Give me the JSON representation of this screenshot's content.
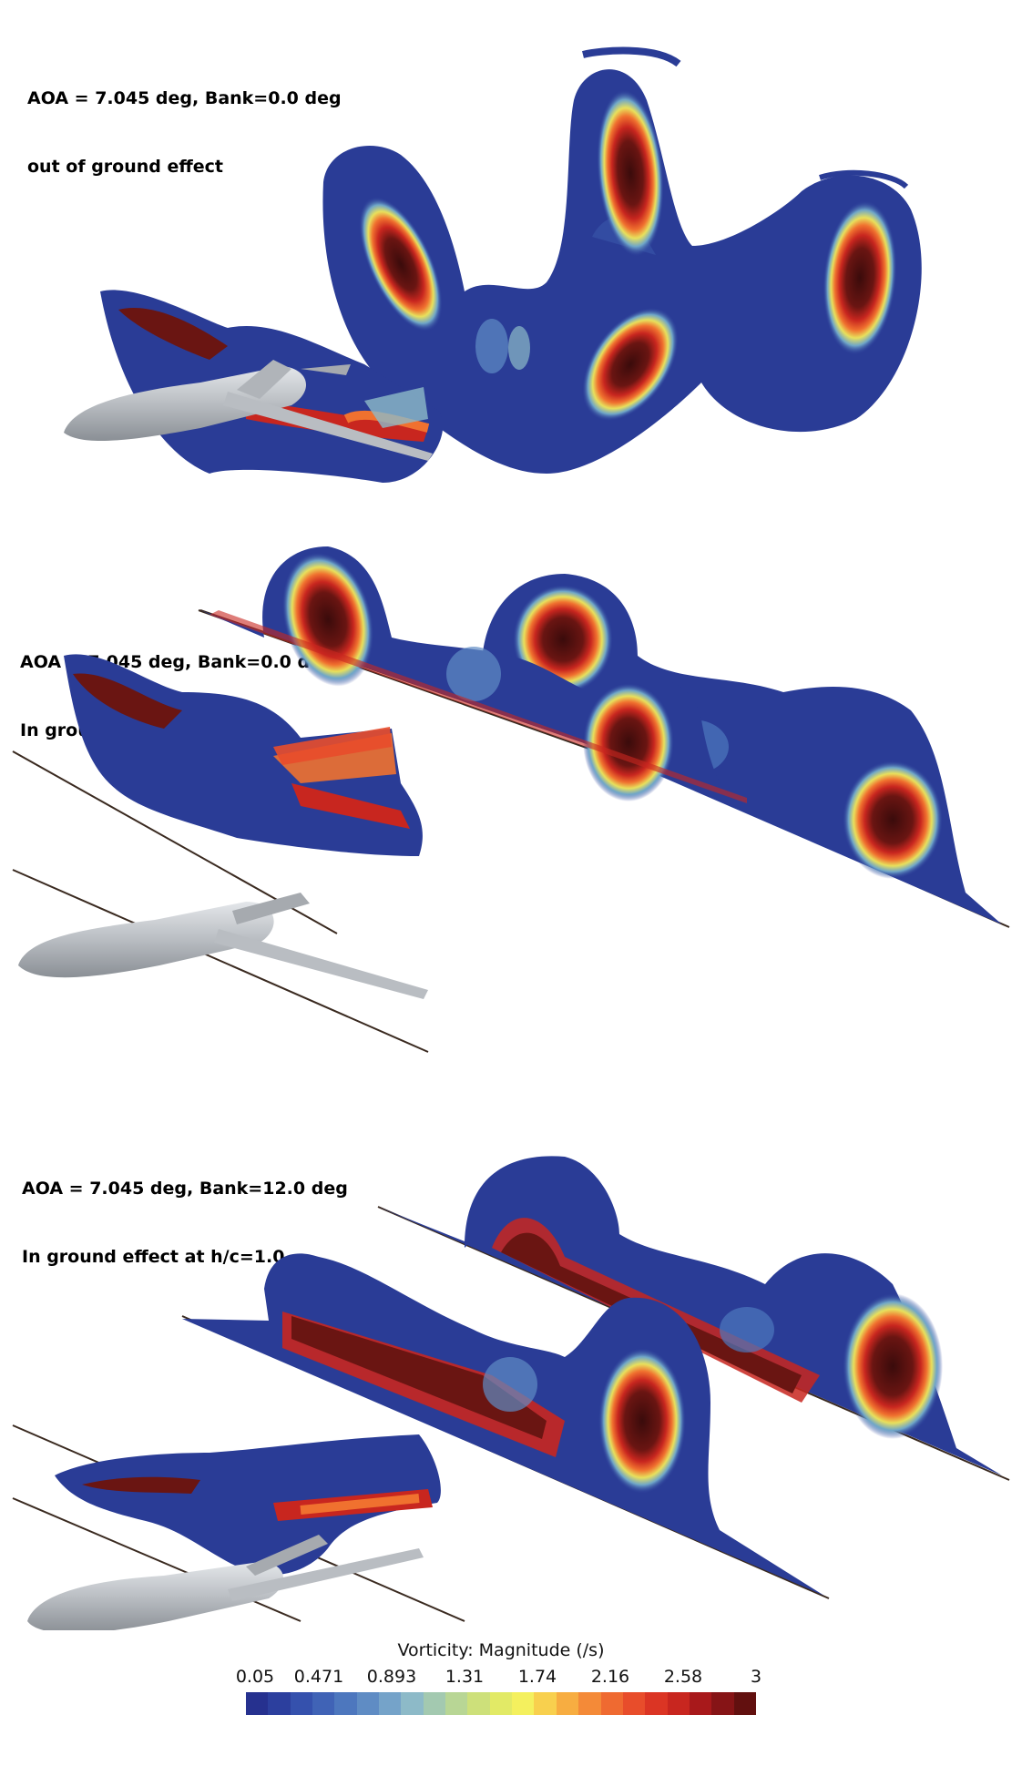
{
  "panels": [
    {
      "line1": "AOA = 7.045 deg, Bank=0.0 deg",
      "line2": "out of ground effect"
    },
    {
      "line1": "AOA = 7.045 deg, Bank=0.0 deg",
      "line2": "In ground effect at h/c=1.0"
    },
    {
      "line1": "AOA = 7.045 deg, Bank=12.0 deg",
      "line2": "In ground effect at h/c=1.0"
    }
  ],
  "colorbar": {
    "title": "Vorticity: Magnitude (/s)",
    "ticks": [
      "0.05",
      "0.471",
      "0.893",
      "1.31",
      "1.74",
      "2.16",
      "2.58",
      "3"
    ],
    "colors": [
      "#26318f",
      "#2c3f9e",
      "#3551ad",
      "#4063b6",
      "#4d77be",
      "#5f8cc4",
      "#75a3c9",
      "#8dbac8",
      "#a3c9b0",
      "#b8d695",
      "#cde07a",
      "#e2ea66",
      "#f4f05e",
      "#f8d04e",
      "#f7ad41",
      "#f48a38",
      "#ef6a31",
      "#e84d2b",
      "#db3524",
      "#c8261f",
      "#a8191b",
      "#861416",
      "#62100f"
    ]
  }
}
